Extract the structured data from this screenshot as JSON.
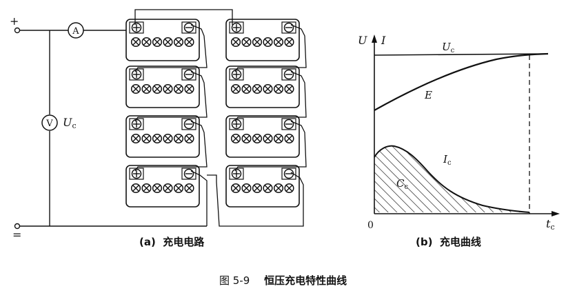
{
  "circuit": {
    "terminal_positive": "+",
    "terminal_negative": "=",
    "ammeter_symbol": "A",
    "voltmeter_symbol": "V",
    "voltage_label_main": "U",
    "voltage_label_sub": "c",
    "battery_positive_symbol": "⊕",
    "battery_negative_symbol": "⊖",
    "battery_count": 8,
    "cells_per_battery": 6
  },
  "curves": {
    "axis_u": "U",
    "axis_i": "I",
    "axis_origin": "0",
    "axis_t_main": "t",
    "axis_t_sub": "c",
    "curve_uc_main": "U",
    "curve_uc_sub": "c",
    "curve_e": "E",
    "curve_ic_main": "I",
    "curve_ic_sub": "c",
    "area_cc_main": "C",
    "area_cc_sub": "c"
  },
  "captions": {
    "a_label": "(a)",
    "a_text": "充电电路",
    "b_label": "(b)",
    "b_text": "充电曲线",
    "figure_number": "图 5-9",
    "figure_title": "恒压充电特性曲线"
  }
}
